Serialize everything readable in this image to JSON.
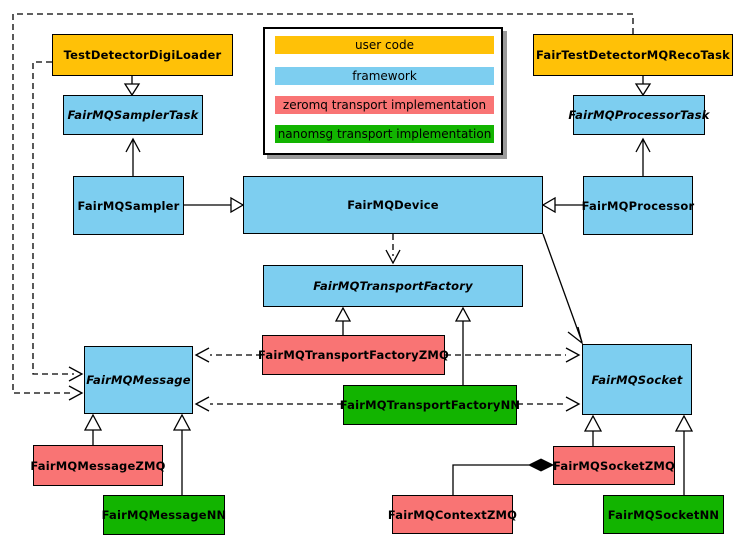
{
  "colors": {
    "user_code": "#FFC107",
    "framework": "#7DCEF0",
    "zeromq": "#F97474",
    "nanomsg": "#12B400",
    "line": "#000000",
    "background": "#FFFFFF"
  },
  "legend": {
    "items": [
      {
        "label": "user code",
        "color": "#FFC107"
      },
      {
        "label": "framework",
        "color": "#7DCEF0"
      },
      {
        "label": "zeromq transport implementation",
        "color": "#F97474"
      },
      {
        "label": "nanomsg transport implementation",
        "color": "#12B400"
      }
    ]
  },
  "nodes": {
    "digi_loader": {
      "label": "TestDetectorDigiLoader",
      "category": "user code",
      "abstract": false
    },
    "reco_task": {
      "label": "FairTestDetectorMQRecoTask",
      "category": "user code",
      "abstract": false
    },
    "sampler_task": {
      "label": "FairMQSamplerTask",
      "category": "framework",
      "abstract": true
    },
    "processor_task": {
      "label": "FairMQProcessorTask",
      "category": "framework",
      "abstract": true
    },
    "sampler": {
      "label": "FairMQSampler",
      "category": "framework",
      "abstract": false
    },
    "device": {
      "label": "FairMQDevice",
      "category": "framework",
      "abstract": false
    },
    "processor": {
      "label": "FairMQProcessor",
      "category": "framework",
      "abstract": false
    },
    "transport_factory": {
      "label": "FairMQTransportFactory",
      "category": "framework",
      "abstract": true
    },
    "tf_zmq": {
      "label": "FairMQTransportFactoryZMQ",
      "category": "zeromq",
      "abstract": false
    },
    "tf_nn": {
      "label": "FairMQTransportFactoryNN",
      "category": "nanomsg",
      "abstract": false
    },
    "message": {
      "label": "FairMQMessage",
      "category": "framework",
      "abstract": true
    },
    "socket": {
      "label": "FairMQSocket",
      "category": "framework",
      "abstract": true
    },
    "message_zmq": {
      "label": "FairMQMessageZMQ",
      "category": "zeromq",
      "abstract": false
    },
    "message_nn": {
      "label": "FairMQMessageNN",
      "category": "nanomsg",
      "abstract": false
    },
    "socket_zmq": {
      "label": "FairMQSocketZMQ",
      "category": "zeromq",
      "abstract": false
    },
    "socket_nn": {
      "label": "FairMQSocketNN",
      "category": "nanomsg",
      "abstract": false
    },
    "context_zmq": {
      "label": "FairMQContextZMQ",
      "category": "zeromq",
      "abstract": false
    }
  },
  "relationships": [
    {
      "from": "TestDetectorDigiLoader",
      "to": "FairMQSamplerTask",
      "type": "inheritance"
    },
    {
      "from": "FairTestDetectorMQRecoTask",
      "to": "FairMQProcessorTask",
      "type": "inheritance"
    },
    {
      "from": "FairMQSampler",
      "to": "FairMQDevice",
      "type": "inheritance"
    },
    {
      "from": "FairMQProcessor",
      "to": "FairMQDevice",
      "type": "inheritance"
    },
    {
      "from": "FairMQSampler",
      "to": "FairMQSamplerTask",
      "type": "association"
    },
    {
      "from": "FairMQProcessor",
      "to": "FairMQProcessorTask",
      "type": "association"
    },
    {
      "from": "FairMQDevice",
      "to": "FairMQTransportFactory",
      "type": "dependency"
    },
    {
      "from": "FairMQDevice",
      "to": "FairMQSocket",
      "type": "association"
    },
    {
      "from": "FairMQTransportFactoryZMQ",
      "to": "FairMQTransportFactory",
      "type": "inheritance"
    },
    {
      "from": "FairMQTransportFactoryNN",
      "to": "FairMQTransportFactory",
      "type": "inheritance"
    },
    {
      "from": "FairMQTransportFactoryZMQ",
      "to": "FairMQMessage",
      "type": "dependency"
    },
    {
      "from": "FairMQTransportFactoryZMQ",
      "to": "FairMQSocket",
      "type": "dependency"
    },
    {
      "from": "FairMQTransportFactoryNN",
      "to": "FairMQMessage",
      "type": "dependency"
    },
    {
      "from": "FairMQTransportFactoryNN",
      "to": "FairMQSocket",
      "type": "dependency"
    },
    {
      "from": "TestDetectorDigiLoader",
      "to": "FairMQMessage",
      "type": "dependency"
    },
    {
      "from": "FairTestDetectorMQRecoTask",
      "to": "FairMQMessage",
      "type": "dependency"
    },
    {
      "from": "FairMQMessageZMQ",
      "to": "FairMQMessage",
      "type": "inheritance"
    },
    {
      "from": "FairMQMessageNN",
      "to": "FairMQMessage",
      "type": "inheritance"
    },
    {
      "from": "FairMQSocketZMQ",
      "to": "FairMQSocket",
      "type": "inheritance"
    },
    {
      "from": "FairMQSocketNN",
      "to": "FairMQSocket",
      "type": "inheritance"
    },
    {
      "from": "FairMQSocketZMQ",
      "to": "FairMQContextZMQ",
      "type": "composition"
    }
  ]
}
